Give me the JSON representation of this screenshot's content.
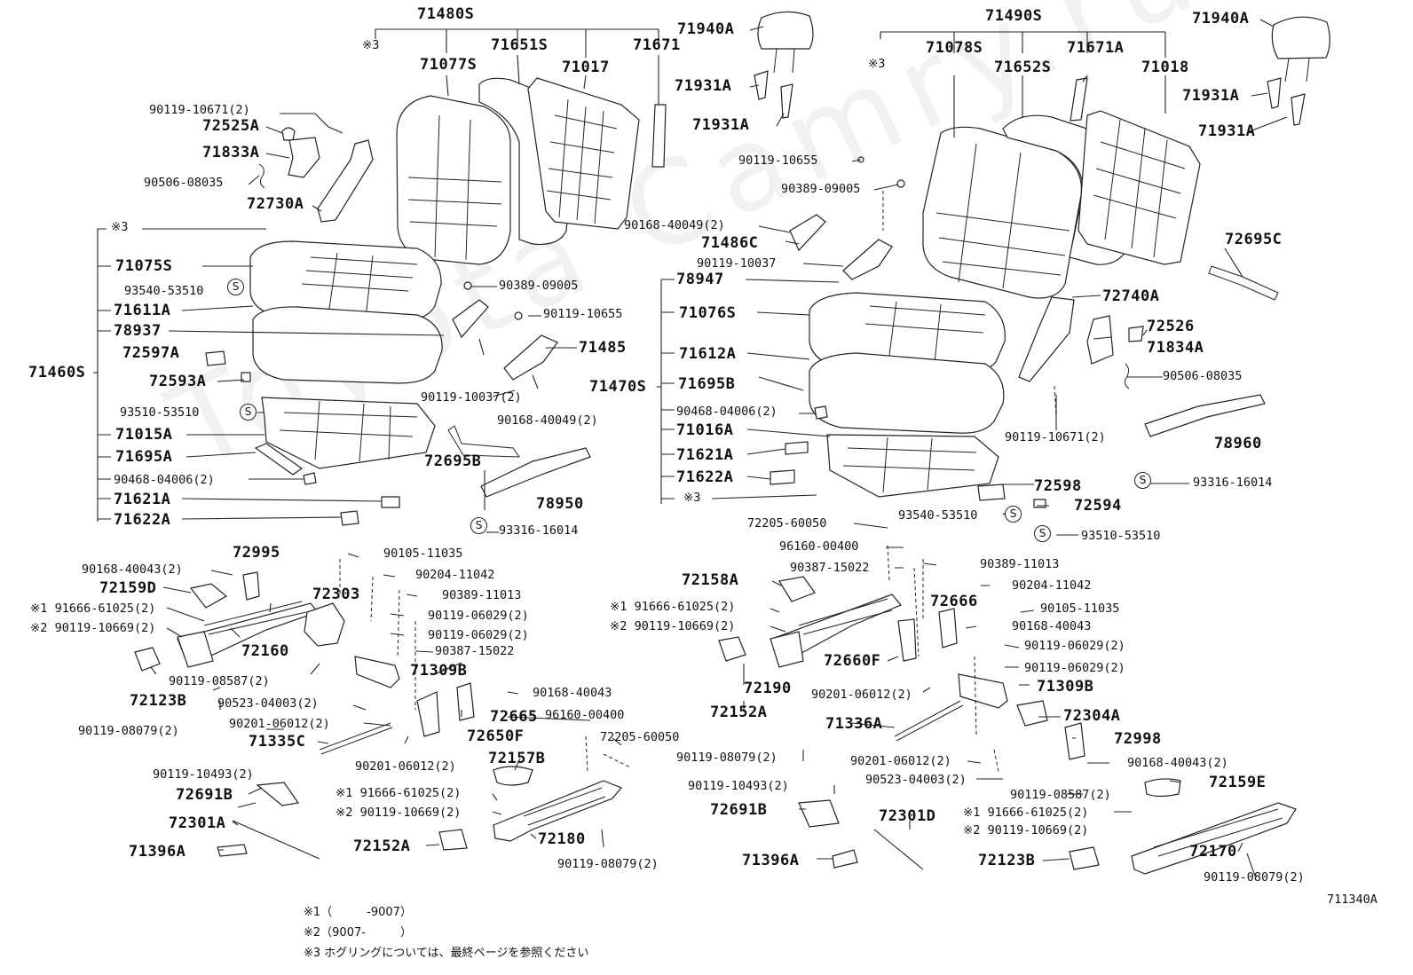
{
  "watermark": "Toyota Camry.ru",
  "figure_code": "711340A",
  "notes": {
    "n1": "※1（　　　-9007）",
    "n2": "※2（9007-　　　）",
    "n3": "※3 ホグリングについては、最終ページを参照ください"
  },
  "left": {
    "a1": "71480S",
    "a2": "71077S",
    "a3": "71651S",
    "a4": "71017",
    "a5": "71671",
    "a6": "71940A",
    "a7": "71931A",
    "a8": "71931A",
    "a9": "※3",
    "b1": "90119-10671(2)",
    "b2": "72525A",
    "b3": "71833A",
    "b4": "90506-08035",
    "b5": "72730A",
    "c1": "※3",
    "c2": "71075S",
    "c3": "93540-53510",
    "c4": "71611A",
    "c5": "78937",
    "c6": "72597A",
    "c7": "71460S",
    "c8": "72593A",
    "c9": "93510-53510",
    "c10": "71015A",
    "c11": "71695A",
    "c12": "90468-04006(2)",
    "c13": "71621A",
    "c14": "71622A",
    "d1": "90389-09005",
    "d2": "90119-10655",
    "d3": "71485",
    "d4": "90119-10037(2)",
    "d5": "90168-40049(2)",
    "d6": "72695B",
    "d7": "78950",
    "d8": "93316-16014",
    "e1": "90168-40043(2)",
    "e2": "72995",
    "e3": "72159D",
    "e4": "※1 91666-61025(2)",
    "e5": "※2 90119-10669(2)",
    "e6": "72303",
    "e7": "72160",
    "e8": "90119-08587(2)",
    "e9": "72123B",
    "e10": "90523-04003(2)",
    "e11": "90119-08079(2)",
    "e12": "90201-06012(2)",
    "e13": "71335C",
    "e14": "90201-06012(2)",
    "f1": "90105-11035",
    "f2": "90204-11042",
    "f3": "90389-11013",
    "f4": "90119-06029(2)",
    "f5": "90119-06029(2)",
    "f6": "90387-15022",
    "f7": "71309B",
    "f8": "90168-40043",
    "f9": "96160-00400",
    "f10": "72665",
    "f11": "72650F",
    "f12": "72205-60050",
    "f13": "72157B",
    "g1": "90119-10493(2)",
    "g2": "72691B",
    "g3": "72301A",
    "g4": "71396A",
    "g5": "※1 91666-61025(2)",
    "g6": "※2 90119-10669(2)",
    "g7": "72180",
    "g8": "72152A",
    "g9": "90119-08079(2)"
  },
  "right": {
    "a1": "71490S",
    "a2": "71940A",
    "a3": "※3",
    "a4": "71078S",
    "a5": "71652S",
    "a6": "71671A",
    "a7": "71018",
    "a8": "71931A",
    "a9": "71931A",
    "b1": "90119-10655",
    "b2": "90389-09005",
    "b3": "90168-40049(2)",
    "b4": "71486C",
    "b5": "90119-10037",
    "b6": "72695C",
    "c1": "78947",
    "c2": "71076S",
    "c3": "71612A",
    "c4": "71470S",
    "c5": "71695B",
    "c6": "90468-04006(2)",
    "c7": "71016A",
    "c8": "71621A",
    "c9": "71622A",
    "c10": "※3",
    "d1": "72740A",
    "d2": "72526",
    "d3": "71834A",
    "d4": "90506-08035",
    "d5": "90119-10671(2)",
    "d6": "78960",
    "d7": "93316-16014",
    "d8": "72598",
    "d9": "93540-53510",
    "d10": "72594",
    "d11": "93510-53510",
    "e1": "72205-60050",
    "e2": "96160-00400",
    "e3": "90387-15022",
    "e4": "72158A",
    "e5": "※1 91666-61025(2)",
    "e6": "※2 90119-10669(2)",
    "e7": "72190",
    "e8": "72152A",
    "e9": "72660F",
    "e10": "72666",
    "e11": "90201-06012(2)",
    "e12": "71336A",
    "e13": "90119-08079(2)",
    "f1": "90389-11013",
    "f2": "90204-11042",
    "f3": "90105-11035",
    "f4": "90168-40043",
    "f5": "90119-06029(2)",
    "f6": "90119-06029(2)",
    "f7": "71309B",
    "f8": "72304A",
    "f9": "72998",
    "f10": "90168-40043(2)",
    "f11": "72159E",
    "g1": "90119-10493(2)",
    "g2": "72691B",
    "g3": "72301D",
    "g4": "71396A",
    "g5": "72123B",
    "g6": "90201-06012(2)",
    "g7": "90523-04003(2)",
    "g8": "90119-08587(2)",
    "g9": "※1 91666-61025(2)",
    "g10": "※2 90119-10669(2)",
    "g11": "72170",
    "g12": "90119-08079(2)"
  },
  "s": "S"
}
